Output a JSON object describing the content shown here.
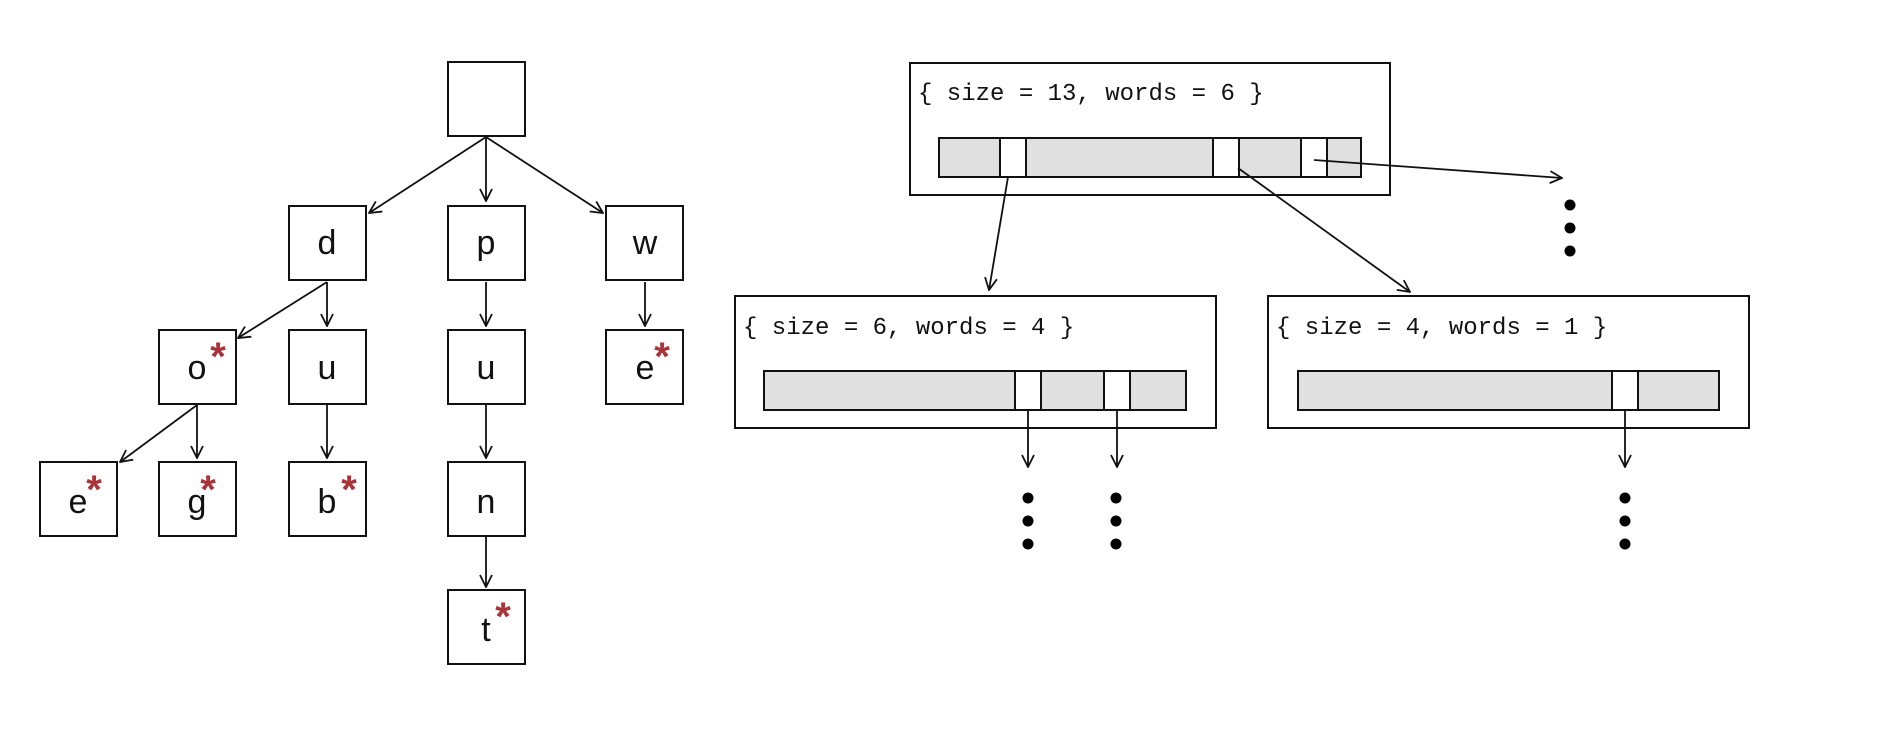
{
  "trie": {
    "nodes": [
      {
        "id": "root",
        "letter": "",
        "word_end": false
      },
      {
        "id": "d",
        "letter": "d",
        "word_end": false
      },
      {
        "id": "p",
        "letter": "p",
        "word_end": false
      },
      {
        "id": "w",
        "letter": "w",
        "word_end": false
      },
      {
        "id": "do",
        "letter": "o",
        "word_end": true
      },
      {
        "id": "du",
        "letter": "u",
        "word_end": false
      },
      {
        "id": "pu",
        "letter": "u",
        "word_end": false
      },
      {
        "id": "we",
        "letter": "e",
        "word_end": true
      },
      {
        "id": "doe",
        "letter": "e",
        "word_end": true
      },
      {
        "id": "dog",
        "letter": "g",
        "word_end": true
      },
      {
        "id": "dub",
        "letter": "b",
        "word_end": true
      },
      {
        "id": "pun",
        "letter": "n",
        "word_end": false
      },
      {
        "id": "punt",
        "letter": "t",
        "word_end": true
      }
    ],
    "edges": [
      [
        "root",
        "d"
      ],
      [
        "root",
        "p"
      ],
      [
        "root",
        "w"
      ],
      [
        "d",
        "do"
      ],
      [
        "d",
        "du"
      ],
      [
        "p",
        "pu"
      ],
      [
        "w",
        "we"
      ],
      [
        "do",
        "doe"
      ],
      [
        "do",
        "dog"
      ],
      [
        "du",
        "dub"
      ],
      [
        "pu",
        "pun"
      ],
      [
        "pun",
        "punt"
      ]
    ],
    "word_end_marker": "*",
    "marker_color": "#a8343a"
  },
  "structs": [
    {
      "id": "top",
      "label": "{ size = 13, words = 6 }",
      "slots": 3,
      "children": [
        "left",
        "right",
        "more"
      ]
    },
    {
      "id": "left",
      "label": "{ size = 6, words = 4 }",
      "slots": 2,
      "children": [
        "more",
        "more"
      ]
    },
    {
      "id": "right",
      "label": "{ size = 4, words = 1 }",
      "slots": 1,
      "children": [
        "more"
      ]
    }
  ],
  "colors": {
    "line": "#111111",
    "array_fill": "#e0e0e0",
    "slot_fill": "#ffffff",
    "marker": "#a8343a"
  }
}
